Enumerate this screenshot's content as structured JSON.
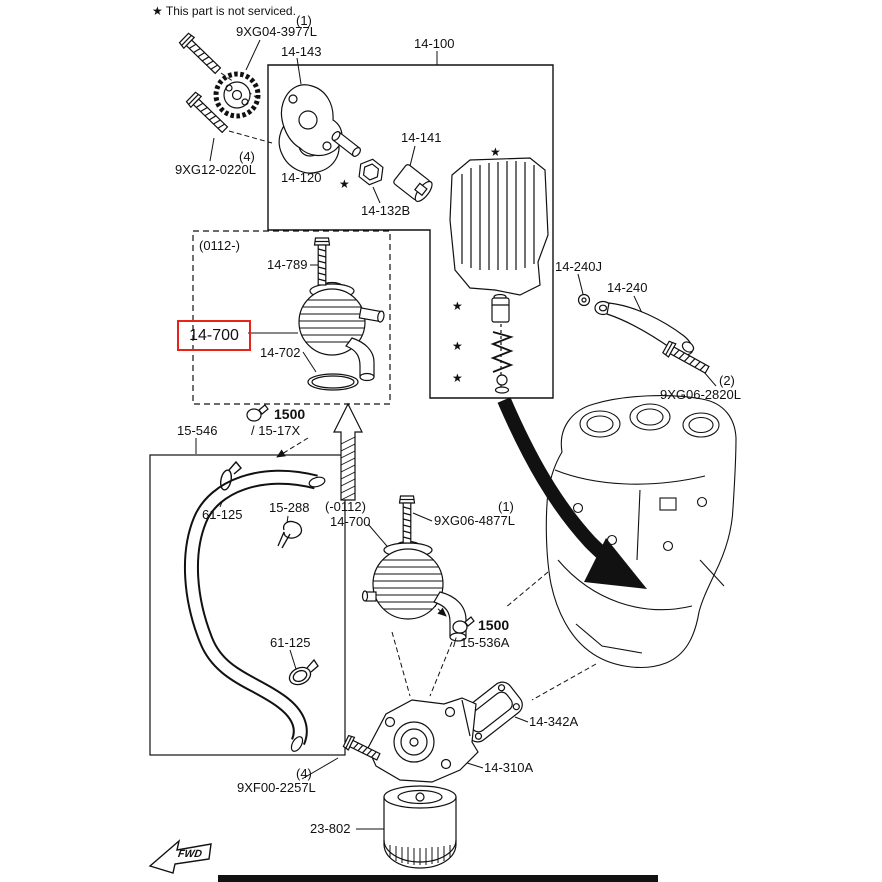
{
  "colors": {
    "highlight": "#e8231a",
    "line": "#111111",
    "background": "#ffffff"
  },
  "icons": {
    "star": "★"
  },
  "note": "★ This part is not serviced.",
  "labels": {
    "qty_9xg04": "(1)",
    "p_9xg04": "9XG04-3977L",
    "p_14_143": "14-143",
    "p_14_100": "14-100",
    "p_14_141": "14-141",
    "p_14_120": "14-120",
    "p_14_132b": "14-132B",
    "qty_9xg12": "(4)",
    "p_9xg12": "9XG12-0220L",
    "grp_0112": "(0112-)",
    "p_14_789": "14-789",
    "p_14_700": "14-700",
    "p_14_702": "14-702",
    "p_14_240j": "14-240J",
    "p_14_240": "14-240",
    "qty_9xg06_2820": "(2)",
    "p_9xg06_2820": "9XG06-2820L",
    "clamp_1500_a": "1500",
    "p_15_17x": "/ 15-17X",
    "p_15_546": "15-546",
    "p_61_125_a": "61-125",
    "p_15_288": "15-288",
    "grp_neg_0112": "(-0112)",
    "p_14_700_early": "14-700",
    "qty_9xg06_4877": "(1)",
    "p_9xg06_4877": "9XG06-4877L",
    "clamp_1500_b": "1500",
    "p_15_536a": "/ 15-536A",
    "p_61_125_b": "61-125",
    "p_14_342a": "14-342A",
    "p_14_310a": "14-310A",
    "qty_9xf00": "(4)",
    "p_9xf00": "9XF00-2257L",
    "p_23_802": "23-802",
    "fwd": "FWD"
  }
}
